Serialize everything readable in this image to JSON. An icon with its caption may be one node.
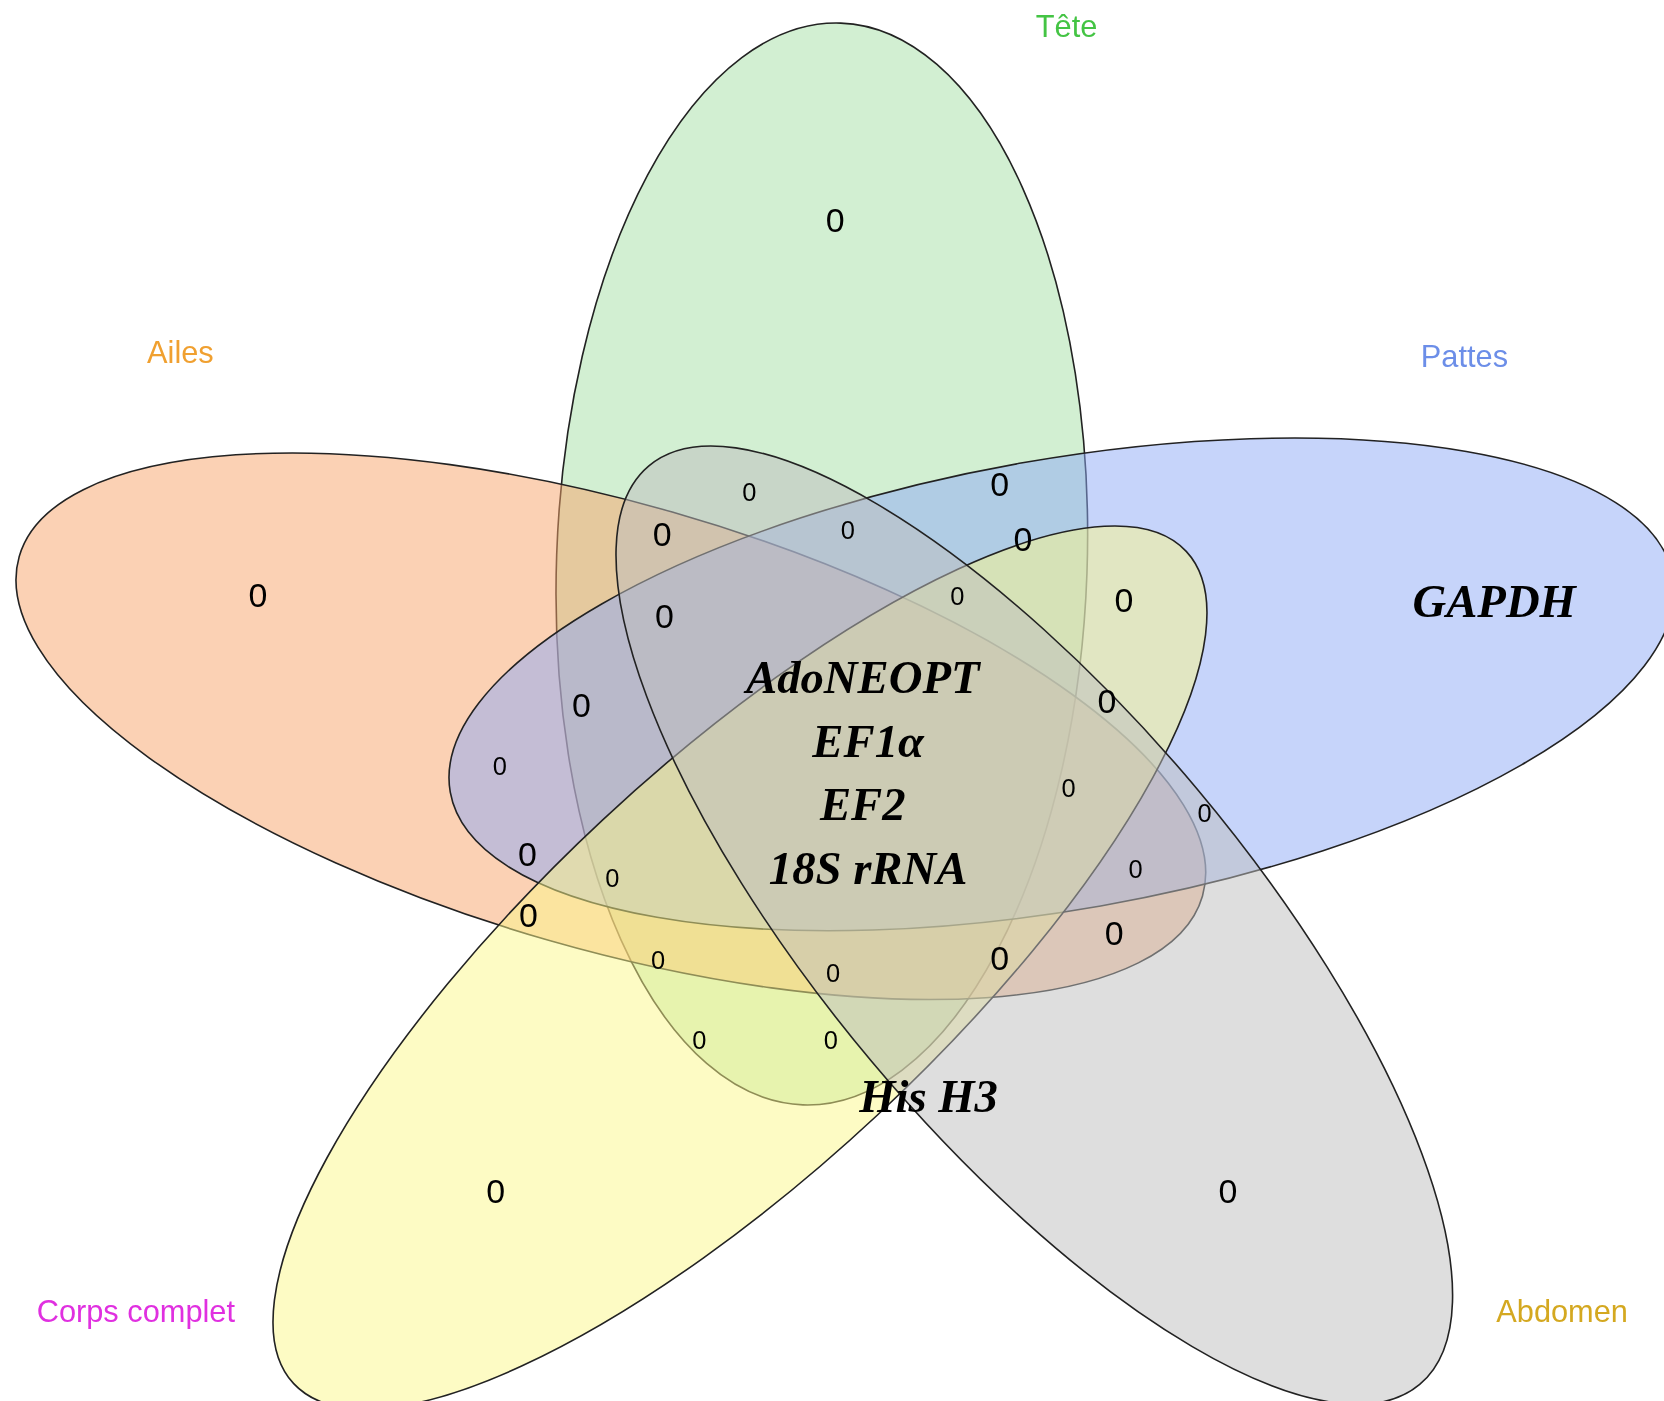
{
  "diagram": {
    "nodes": [
      {
        "text": [
          "Tête"
        ]
      },
      {
        "text": [
          "Ailes"
        ]
      },
      {
        "text": [
          "Pattes"
        ]
      },
      {
        "text": [
          "Corps complet"
        ]
      },
      {
        "text": [
          "Abdomen"
        ]
      }
    ],
    "labels": [
      "0",
      "0",
      "0",
      "0",
      "0",
      "0",
      "0",
      "0",
      "0",
      "GAPDH",
      "0",
      "AdoNEOPT",
      "0",
      "0",
      "EF1α",
      "0",
      "0",
      "EF2",
      "0",
      "0",
      "18S rRNA",
      "0",
      "0",
      "0",
      "0",
      "0",
      "0",
      "0",
      "0",
      "0",
      "His H3",
      "0",
      "0"
    ]
  }
}
